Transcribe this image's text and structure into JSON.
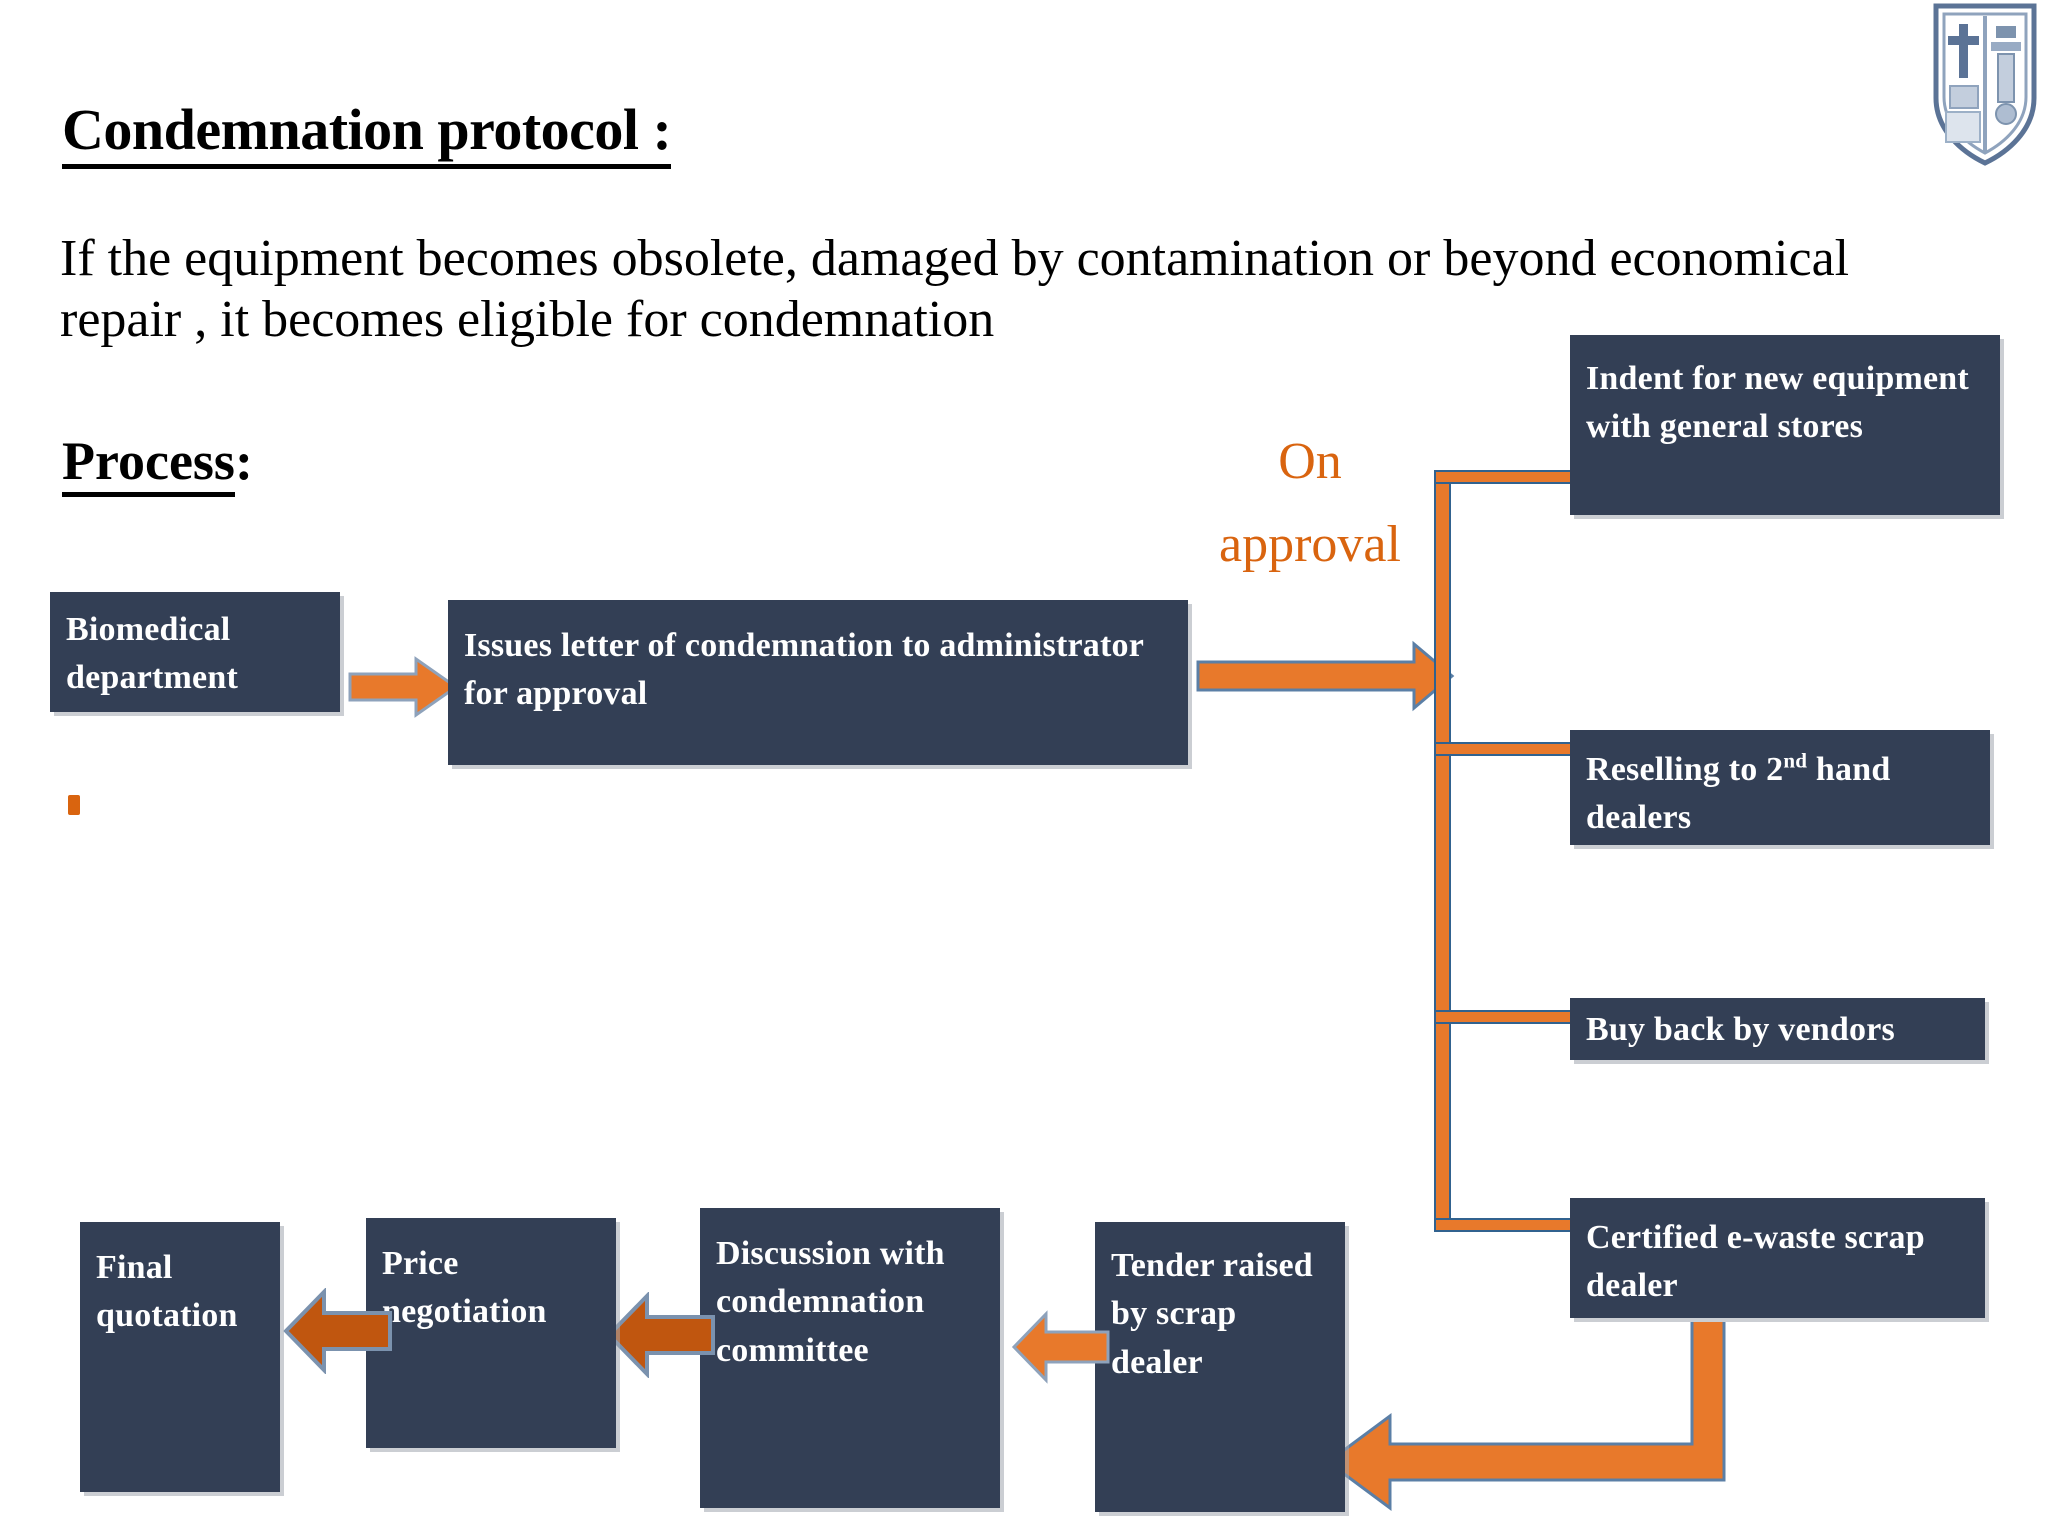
{
  "slide": {
    "title": "Condemnation protocol :",
    "subtitle": "If the equipment  becomes obsolete, damaged by contamination  or beyond economical repair , it becomes eligible  for condemnation",
    "process_label": "Process",
    "process_colon": ":",
    "on_approval_line1": "On",
    "on_approval_line2": "approval"
  },
  "colors": {
    "box_fill": "#333f55",
    "box_text": "#ffffff",
    "arrow_orange": "#e8792b",
    "arrow_dark_orange": "#c0560f",
    "arrow_outline": "#31628f",
    "accent_text": "#d9640f",
    "background": "#ffffff"
  },
  "boxes": {
    "biomedical": "Biomedical department",
    "issues_letter": "Issues letter of condemnation   to administrator  for approval",
    "indent_new_equipment": "Indent  for new equipment  with general stores",
    "reselling_prefix": "Reselling to  2",
    "reselling_sup": "nd",
    "reselling_suffix": " hand dealers",
    "buy_back": "Buy back  by  vendors",
    "certified_ewaste": "Certified  e-waste scrap dealer",
    "tender_raised": "Tender raised by scrap dealer",
    "discussion_committee": "Discussion with condemnation committee",
    "price_negotiation": "Price negotiation",
    "final_quotation": "Final quotation"
  },
  "logo": {
    "name": "institution-crest"
  }
}
